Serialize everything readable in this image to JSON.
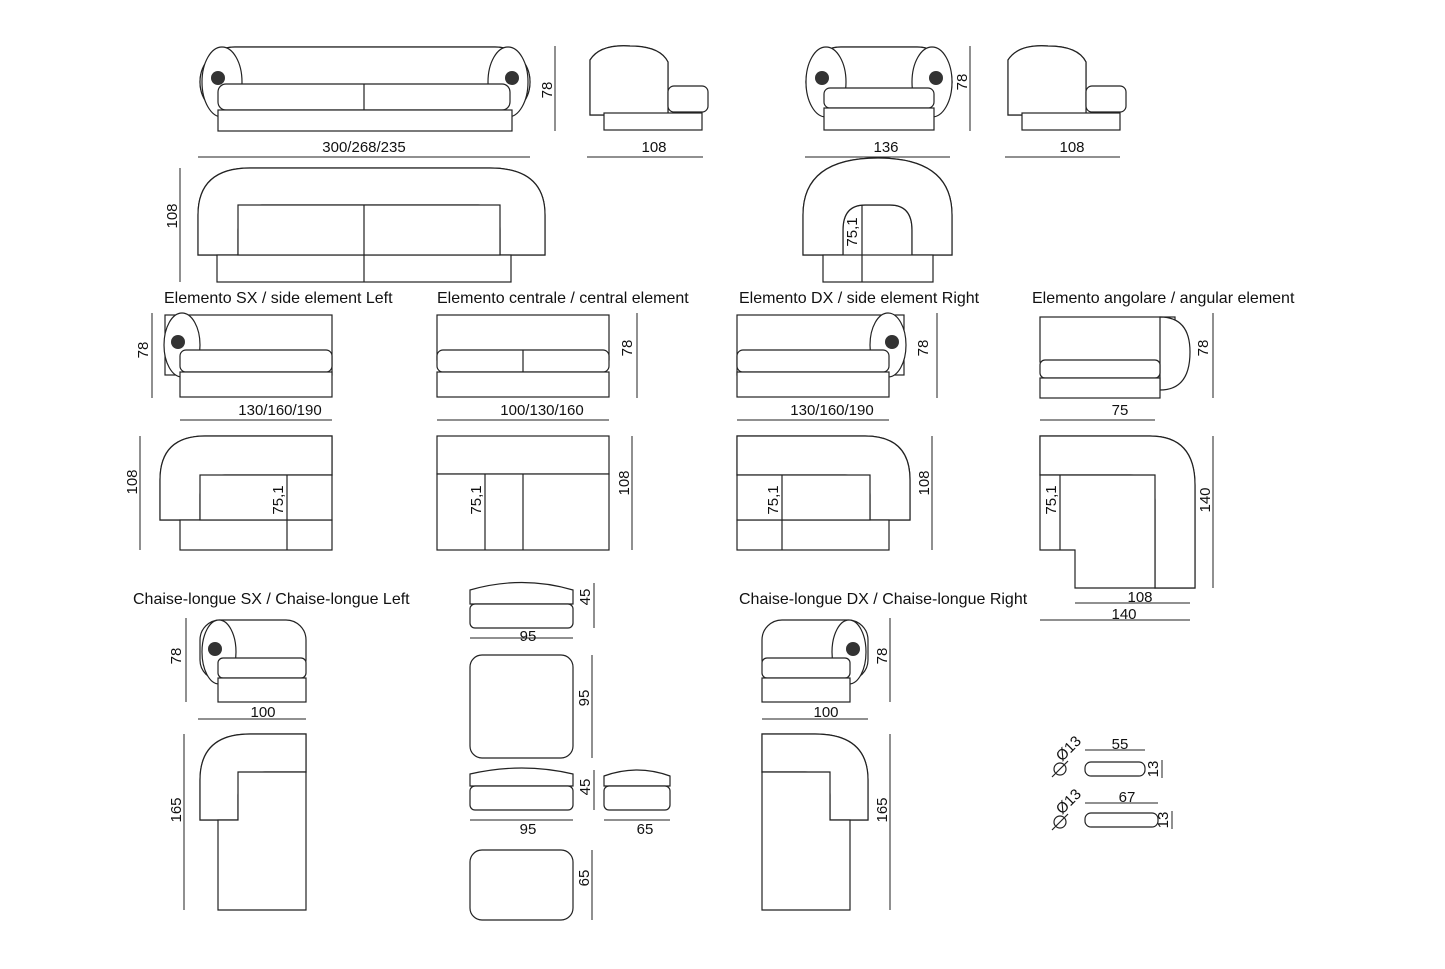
{
  "titles": {
    "sx": "Elemento SX / side element  Left",
    "central": "Elemento centrale / central element",
    "dx": "Elemento DX / side element Right",
    "angular": "Elemento angolare / angular element",
    "chaise_sx": "Chaise-longue SX / Chaise-longue Left",
    "chaise_dx": "Chaise-longue DX / Chaise-longue Right"
  },
  "dims": {
    "sofa_width": "300/268/235",
    "sofa_height": "78",
    "sofa_side_depth": "108",
    "sofa_plan_depth": "108",
    "armchair_width": "136",
    "armchair_height": "78",
    "armchair_side_depth": "108",
    "armchair_inner": "75,1",
    "sx_height": "78",
    "sx_width": "130/160/190",
    "sx_depth": "108",
    "sx_inner": "75,1",
    "central_height": "78",
    "central_width": "100/130/160",
    "central_depth": "108",
    "central_inner": "75,1",
    "dx_height": "78",
    "dx_width": "130/160/190",
    "dx_depth": "108",
    "dx_inner": "75,1",
    "angular_height": "78",
    "angular_width": "75",
    "angular_depth": "140",
    "angular_inner": "75,1",
    "angular_plan_inner": "108",
    "angular_plan_outer": "140",
    "chaise_sx_height": "78",
    "chaise_sx_width": "100",
    "chaise_sx_depth": "165",
    "pouf_height_a": "45",
    "pouf_width_a": "95",
    "pouf_depth_a": "95",
    "pouf_height_b": "45",
    "pouf_width_b": "95",
    "pouf_small_width": "65",
    "pouf_depth_b": "65",
    "chaise_dx_height": "78",
    "chaise_dx_width": "100",
    "chaise_dx_depth": "165",
    "bolster_a_dia": "Ø13",
    "bolster_a_len": "55",
    "bolster_a_h": "13",
    "bolster_b_dia": "Ø13",
    "bolster_b_len": "67",
    "bolster_b_h": "13"
  }
}
